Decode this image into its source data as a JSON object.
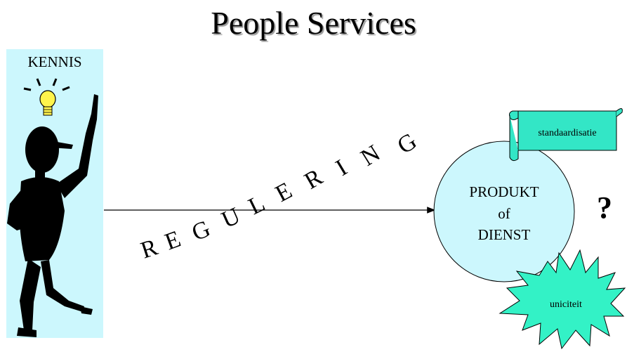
{
  "title": "People Services",
  "left_panel": {
    "label": "KENNIS"
  },
  "arrow": {
    "label_letters": [
      "R",
      "E",
      "G",
      "U",
      "L",
      "E",
      "R",
      "I",
      "N",
      "G"
    ]
  },
  "product": {
    "line1": "PRODUKT",
    "line2": "of",
    "line3": "DIENST"
  },
  "scroll": {
    "label": "standaardisatie"
  },
  "burst": {
    "label": "uniciteit"
  },
  "question": {
    "label": "?"
  },
  "colors": {
    "panel": "#ccf7fd",
    "circle": "#ccf7fd",
    "scroll": "#33e6c6",
    "burst": "#33f2c6",
    "bulb": "#fff44c"
  },
  "icons": [
    "person-silhouette-icon",
    "lightbulb-icon"
  ]
}
